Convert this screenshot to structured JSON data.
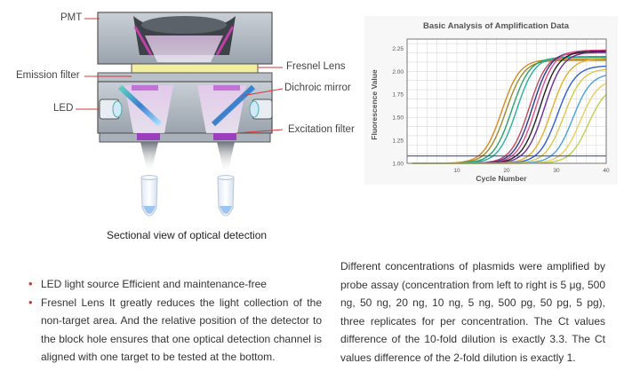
{
  "diagram": {
    "labels": {
      "pmt": "PMT",
      "emission_filter": "Emission filter",
      "led": "LED",
      "fresnel_lens": "Fresnel Lens",
      "dichroic_mirror": "Dichroic mirror",
      "excitation_filter": "Excitation filter"
    },
    "caption": "Sectional view of optical detection"
  },
  "chart_data": {
    "type": "line",
    "title": "Basic Analysis of Amplification Data",
    "xlabel": "Cycle Number",
    "ylabel": "Fluorescence Value",
    "xlim": [
      0,
      40
    ],
    "ylim": [
      1.0,
      2.35
    ],
    "xticks": [
      10,
      20,
      30,
      40
    ],
    "yticks": [
      1.0,
      1.25,
      1.5,
      1.75,
      2.0,
      2.25
    ],
    "ytick_labels": [
      "1.00",
      "1.25",
      "1.50",
      "1.75",
      "2.00",
      "2.25"
    ],
    "threshold": 1.08,
    "grid": true,
    "series": [
      {
        "ct": 15.0,
        "plateau": 2.13,
        "color": "#d88a1e"
      },
      {
        "ct": 15.8,
        "plateau": 2.12,
        "color": "#9a8a2e"
      },
      {
        "ct": 17.0,
        "plateau": 2.15,
        "color": "#2aa06a"
      },
      {
        "ct": 18.0,
        "plateau": 2.16,
        "color": "#28b0a0"
      },
      {
        "ct": 20.5,
        "plateau": 2.2,
        "color": "#c04a5a"
      },
      {
        "ct": 21.2,
        "plateau": 2.22,
        "color": "#2b3a8f"
      },
      {
        "ct": 21.9,
        "plateau": 2.23,
        "color": "#e35090"
      },
      {
        "ct": 22.7,
        "plateau": 2.22,
        "color": "#222222"
      },
      {
        "ct": 23.6,
        "plateau": 2.21,
        "color": "#6a2f9a"
      },
      {
        "ct": 25.0,
        "plateau": 2.14,
        "color": "#e0b030"
      },
      {
        "ct": 26.2,
        "plateau": 2.06,
        "color": "#2f5fd0"
      },
      {
        "ct": 27.5,
        "plateau": 2.03,
        "color": "#d9c84a"
      },
      {
        "ct": 29.3,
        "plateau": 1.98,
        "color": "#4aa0e0"
      },
      {
        "ct": 30.8,
        "plateau": 1.92,
        "color": "#e8d060"
      },
      {
        "ct": 32.4,
        "plateau": 1.85,
        "color": "#bfd050"
      }
    ]
  },
  "left_text": {
    "bullets": [
      "LED light source Efficient and maintenance-free",
      "Fresnel Lens It greatly reduces the light collection of the non-target area. And the relative position of the detector to the block hole ensures that one optical detection channel is aligned with one target to be tested at the bottom."
    ]
  },
  "right_text": {
    "paragraph": "Different concentrations of plasmids were amplified by probe assay (concentration from left to right is 5 μg, 500 ng, 50 ng, 20 ng, 10 ng, 5 ng, 500 pg, 50 pg, 5 pg), three replicates for per concentration. The Ct values difference of the 10-fold dilution is exactly 3.3. The Ct values difference of the 2-fold dilution is exactly 1."
  }
}
